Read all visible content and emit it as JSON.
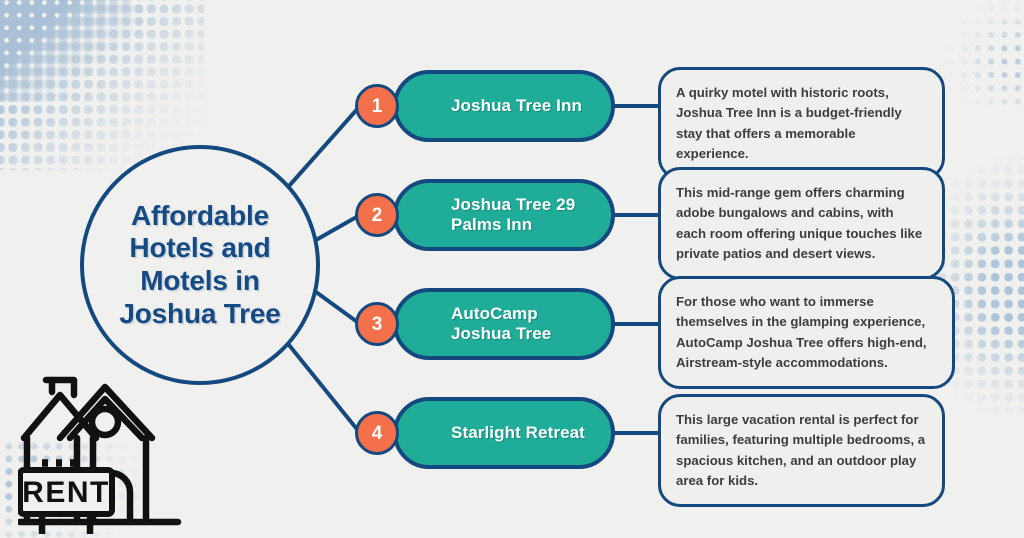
{
  "theme": {
    "background": "#f0f0ee",
    "navy": "#14497f",
    "title_navy": "#164a82",
    "teal": "#1fad99",
    "orange": "#f3704b",
    "halftone_blue": "#aec4d8",
    "description_text": "#3d3d3d",
    "pill_text": "#ffffff"
  },
  "hub": {
    "title": "Affordable Hotels and Motels in Joshua Tree"
  },
  "decorations": {
    "top_left_halftone": "halftone-dots-gradient",
    "bottom_left_halftone": "halftone-dots-gradient",
    "right_halftone": "halftone-dots-gradient",
    "top_right_halftone": "halftone-dots-gradient",
    "rent_icon_label": "RENT",
    "rent_icon_name": "house-for-rent-icon"
  },
  "rows": [
    {
      "number": "1",
      "name": "Joshua Tree Inn",
      "description": "A quirky motel with historic roots, Joshua Tree Inn is a budget-friendly stay that offers a memorable experience."
    },
    {
      "number": "2",
      "name": "Joshua Tree 29 Palms Inn",
      "description": "This mid-range gem offers charming adobe bungalows and cabins, with each room offering unique touches like private patios and desert views."
    },
    {
      "number": "3",
      "name": "AutoCamp Joshua Tree",
      "description": "For those who want to immerse themselves in the glamping experience, AutoCamp Joshua Tree offers high-end, Airstream-style accommodations."
    },
    {
      "number": "4",
      "name": "Starlight Retreat",
      "description": "This large vacation rental is perfect for families, featuring multiple bedrooms, a spacious kitchen, and an outdoor play area for kids."
    }
  ]
}
